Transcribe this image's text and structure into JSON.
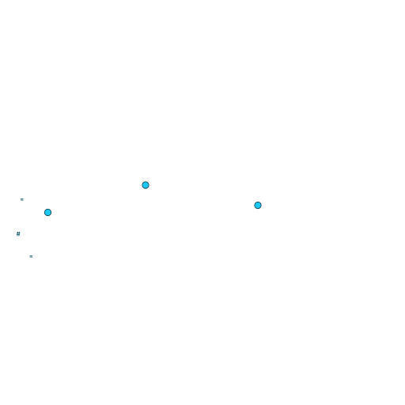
{
  "canvas": {
    "background": "#ffffff"
  },
  "styles": {
    "marker_fill": "#1ec8f0",
    "marker_stroke": "#0b3a4a",
    "tick_color": "#0b5566"
  },
  "markers": [
    {
      "name": "marker-dot"
    },
    {
      "name": "marker-dot"
    },
    {
      "name": "marker-dot"
    }
  ],
  "small_glyphs": [
    {
      "name": "small-tick-glyph"
    },
    {
      "name": "small-hash-glyph"
    },
    {
      "name": "small-tick-glyph"
    }
  ]
}
